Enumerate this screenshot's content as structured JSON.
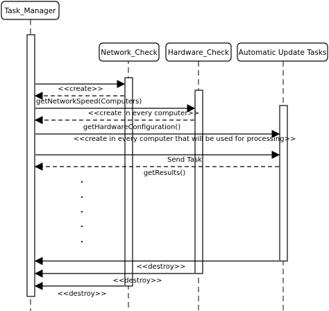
{
  "participants": [
    {
      "id": "tm",
      "name": "Task_Manager"
    },
    {
      "id": "nc",
      "name": "Network_Check"
    },
    {
      "id": "hc",
      "name": "Hardware_Check"
    },
    {
      "id": "au",
      "name": "Automatic Update Tasks"
    }
  ],
  "messages": [
    {
      "id": "m1",
      "text": "<<create>>",
      "style": "solid"
    },
    {
      "id": "m2",
      "text": "getNetworkSpeed(Computers)",
      "style": "dashed"
    },
    {
      "id": "m3",
      "text": "<<create in every computer>>",
      "style": "solid"
    },
    {
      "id": "m4",
      "text": "getHardwareConfiguration()",
      "style": "dashed"
    },
    {
      "id": "m5",
      "text": "<<create in every computer that will be used for processing>>",
      "style": "solid"
    },
    {
      "id": "m6",
      "text": "Send Task",
      "style": "solid"
    },
    {
      "id": "m7",
      "text": "getResults()",
      "style": "dashed"
    },
    {
      "id": "m8",
      "text": "<<destroy>>",
      "style": "solid"
    },
    {
      "id": "m9",
      "text": "<<destroy>>",
      "style": "solid"
    },
    {
      "id": "m10",
      "text": "<<destroy>>",
      "style": "solid"
    }
  ]
}
